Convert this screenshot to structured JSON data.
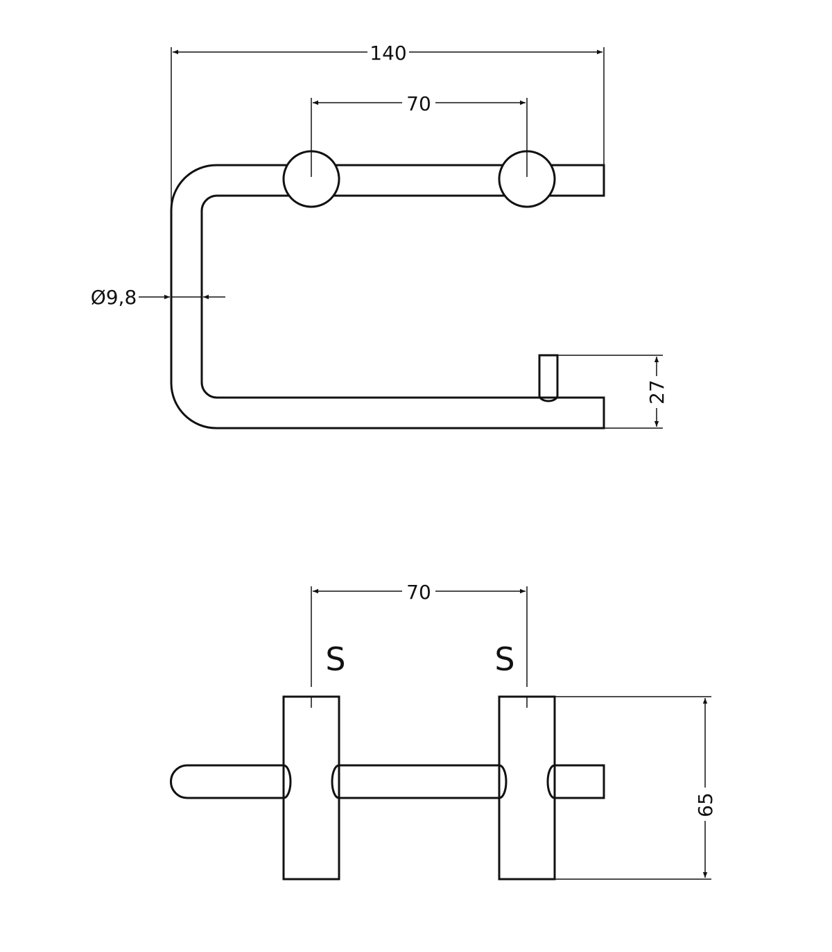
{
  "top_view": {
    "overall_width": "140",
    "mount_spacing": "70",
    "tube_diameter": "Ø9,8",
    "pin_height": "27"
  },
  "bottom_view": {
    "mount_spacing": "70",
    "screw_label_left": "S",
    "screw_label_right": "S",
    "depth": "65"
  }
}
